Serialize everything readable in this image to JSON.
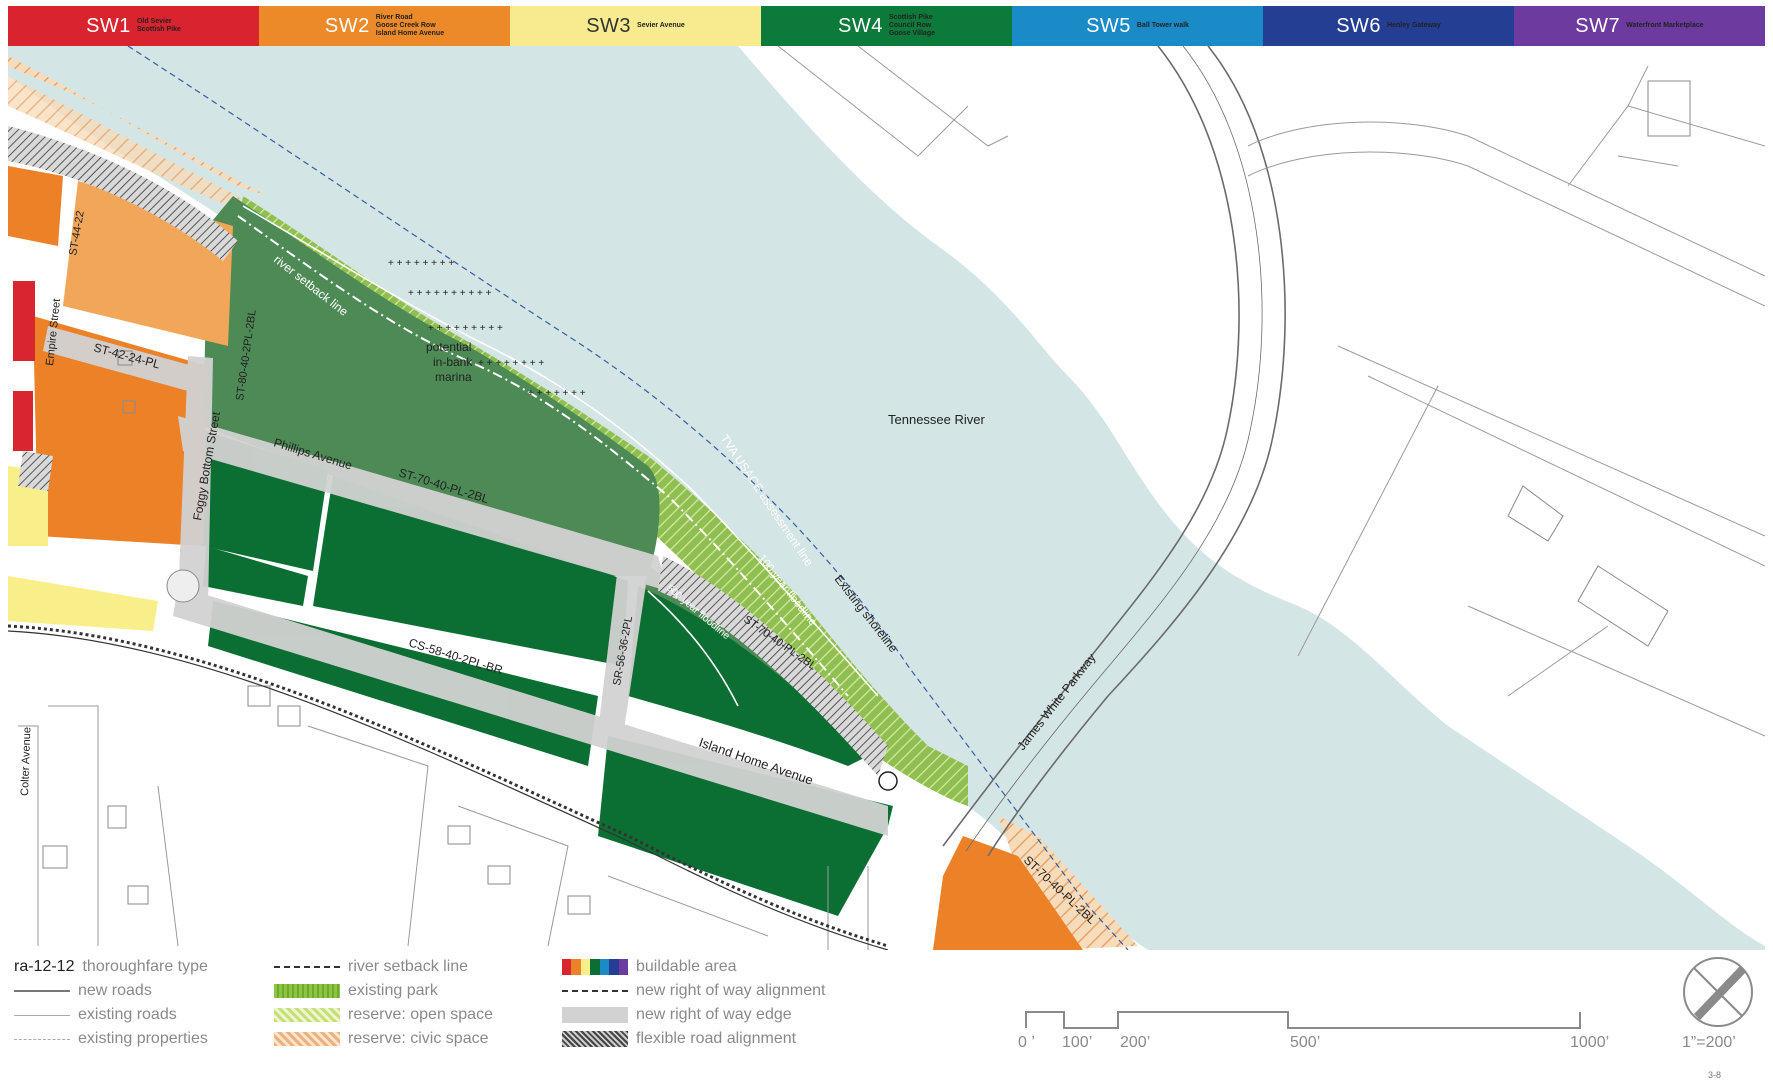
{
  "districts": [
    {
      "code": "SW1",
      "names": [
        "Old Sevier",
        "Scottish Pike"
      ],
      "color": "#d9232e"
    },
    {
      "code": "SW2",
      "names": [
        "River Road",
        "Goose Creek Row",
        "Island Home Avenue"
      ],
      "color": "#ec8a2a"
    },
    {
      "code": "SW3",
      "names": [
        "Sevier Avenue"
      ],
      "color": "#f8eb8f"
    },
    {
      "code": "SW4",
      "names": [
        "Scottish Pike",
        "Council Row",
        "Goose Village"
      ],
      "color": "#0c7a3a"
    },
    {
      "code": "SW5",
      "names": [
        "Ball Tower walk"
      ],
      "color": "#1b8bc8"
    },
    {
      "code": "SW6",
      "names": [
        "Henley Gateway"
      ],
      "color": "#243e93"
    },
    {
      "code": "SW7",
      "names": [
        "Waterfront Marketplace"
      ],
      "color": "#6d3aa0"
    }
  ],
  "map_labels": {
    "river": "Tennessee River",
    "marina": [
      "potential",
      "in-bank",
      "marina"
    ],
    "setback": "river setback line",
    "tva": "TVA USACE assessment line",
    "shoreline": "Existing shoreline",
    "flood100": "100 year floodline",
    "flood500": "500 year floodline",
    "phillips": "Phillips Avenue",
    "st70a": "ST-70-40-PL-2BL",
    "st70b": "ST-70-40-PL-2BL",
    "st70c": "ST-70-40-PL-2BL",
    "cs58": "CS-58-40-2PL-BR",
    "sr56": "SR-56-36-2PL",
    "island": "Island Home Avenue",
    "james": "James White Parkway",
    "foggy": "Foggy Bottom Street",
    "st80": "ST-80-40-2PL-2BL",
    "st42": "ST-42-24-PL",
    "st44": "ST-44-22",
    "empire": "Empire Street",
    "colter": "Colter Avenue"
  },
  "legend": {
    "title": "ra-12-12",
    "col1": [
      "thoroughfare type",
      "new roads",
      "existing roads",
      "existing properties"
    ],
    "col2": [
      "river setback line",
      "existing park",
      "reserve: open space",
      "reserve: civic space"
    ],
    "col3": [
      "buildable area",
      "new right of way alignment",
      "new right of way edge",
      "flexible road alignment"
    ]
  },
  "scale": {
    "ticks": [
      "0 ’",
      "100’",
      "200’",
      "500’",
      "1000’"
    ],
    "ratio": "1”=200’"
  },
  "page_number": "3-8",
  "colors": {
    "water": "#d3e5e4",
    "dark_green": "#0b6e33",
    "mid_green": "#4e8a55",
    "light_green": "#85b34a",
    "orange": "#ec8128",
    "light_orange": "#f2a65a",
    "yellow": "#f8ef8a",
    "red": "#d82530",
    "row_gray": "#d2d2d2",
    "line_gray": "#8e8e8e"
  }
}
